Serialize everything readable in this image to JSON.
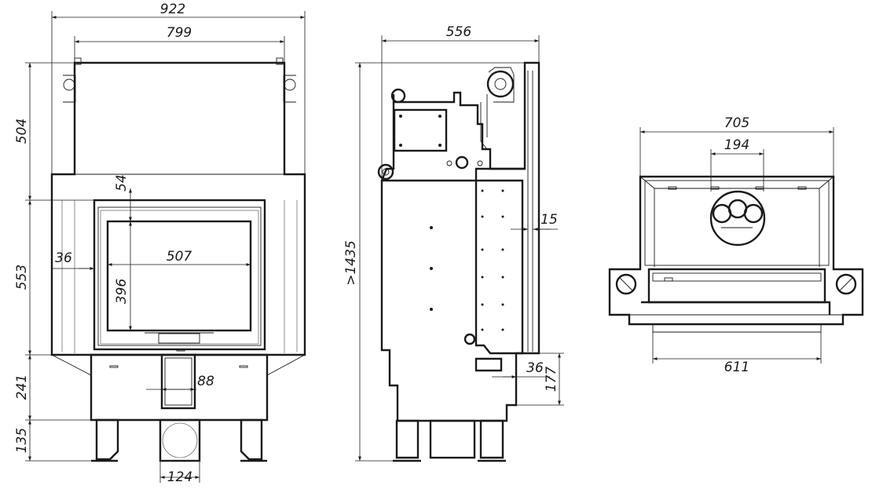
{
  "front_view": {
    "overall_width": "922",
    "body_width": "799",
    "upper_height": "504",
    "door_height": "553",
    "lower_height": "241",
    "leg_height": "135",
    "top_frame": "54",
    "side_frame": "36",
    "glass_width": "507",
    "glass_height": "396",
    "inlet_width": "88",
    "outlet_width": "124"
  },
  "side_view": {
    "depth": "556",
    "total_height": ">1435",
    "door_offset": "15",
    "inlet_depth": "36",
    "inlet_height": "177"
  },
  "top_view": {
    "width": "705",
    "flue_diameter": "194",
    "base_width": "611"
  }
}
